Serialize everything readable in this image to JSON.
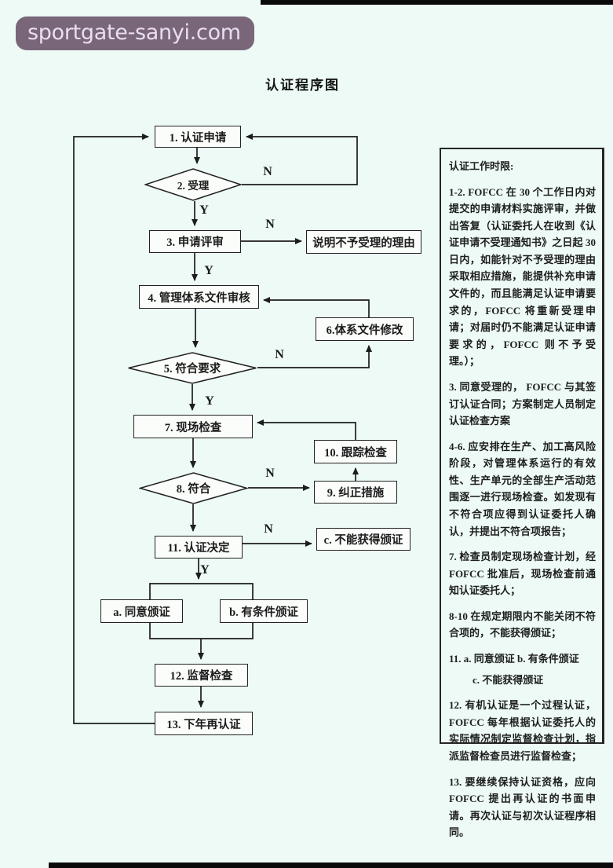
{
  "watermark": {
    "text": "sportgate-sanyi.com"
  },
  "title": "认证程序图",
  "colors": {
    "page_bg": "#edfaf6",
    "watermark_bg": "#796779",
    "watermark_text": "#e9def0",
    "node_fill": "#fbfdfa",
    "line": "#1d1d1d",
    "edge_bar": "#0a0a0a"
  },
  "flow": {
    "nodes": {
      "n1": "1. 认证申请",
      "d2": "2. 受理",
      "n3": "3. 申请评审",
      "reject_reason": "说明不予受理的理由",
      "n4": "4. 管理体系文件审核",
      "n6": "6.体系文件修改",
      "d5": "5. 符合要求",
      "n7": "7. 现场检查",
      "n10": "10. 跟踪检查",
      "d8": "8. 符合",
      "n9": "9. 纠正措施",
      "n11": "11. 认证决定",
      "nc": "c. 不能获得颁证",
      "na": "a. 同意颁证",
      "nb": "b. 有条件颁证",
      "n12": "12. 监督检查",
      "n13": "13. 下年再认证"
    },
    "labels": {
      "l_n1": "N",
      "l_y1": "Y",
      "l_n2": "N",
      "l_y2": "Y",
      "l_n3": "N",
      "l_y3": "Y",
      "l_n4": "N",
      "l_n5": "N",
      "l_y5": "Y"
    }
  },
  "panel": {
    "paragraphs": [
      "认证工作时限:",
      "1-2.  FOFCC 在 30 个工作日内对提交的申请材料实施评审，并做出答复（认证委托人在收到《认证申请不受理通知书》之日起 30 日内，如能针对不予受理的理由采取相应措施，能提供补充申请文件的，而且能满足认证申请要求的，FOFCC 将重新受理申请；对届时仍不能满足认证申请要求的，FOFCC 则不予受理。）；",
      "3. 同意受理的， FOFCC 与其签订认证合同；方案制定人员制定认证检查方案",
      "4-6. 应安排在生产、加工高风险阶段，对管理体系运行的有效性、生产单元的全部生产活动范围逐一进行现场检查。如发现有不符合项应得到认证委托人确认，并提出不符合项报告；",
      "7.  检查员制定现场检查计划，经 FOFCC 批准后，现场检查前通知认证委托人；",
      "8-10  在规定期限内不能关闭不符合项的，不能获得颁证；",
      "11.  a. 同意颁证 b. 有条件颁证",
      "c. 不能获得颁证",
      "12.  有机认证是一个过程认证，FOFCC 每年根据认证委托人的实际情况制定监督检查计划，指派监督检查员进行监督检查；",
      "13.  要继续保持认证资格，应向 FOFCC 提出再认证的书面申请。再次认证与初次认证程序相同。"
    ]
  }
}
